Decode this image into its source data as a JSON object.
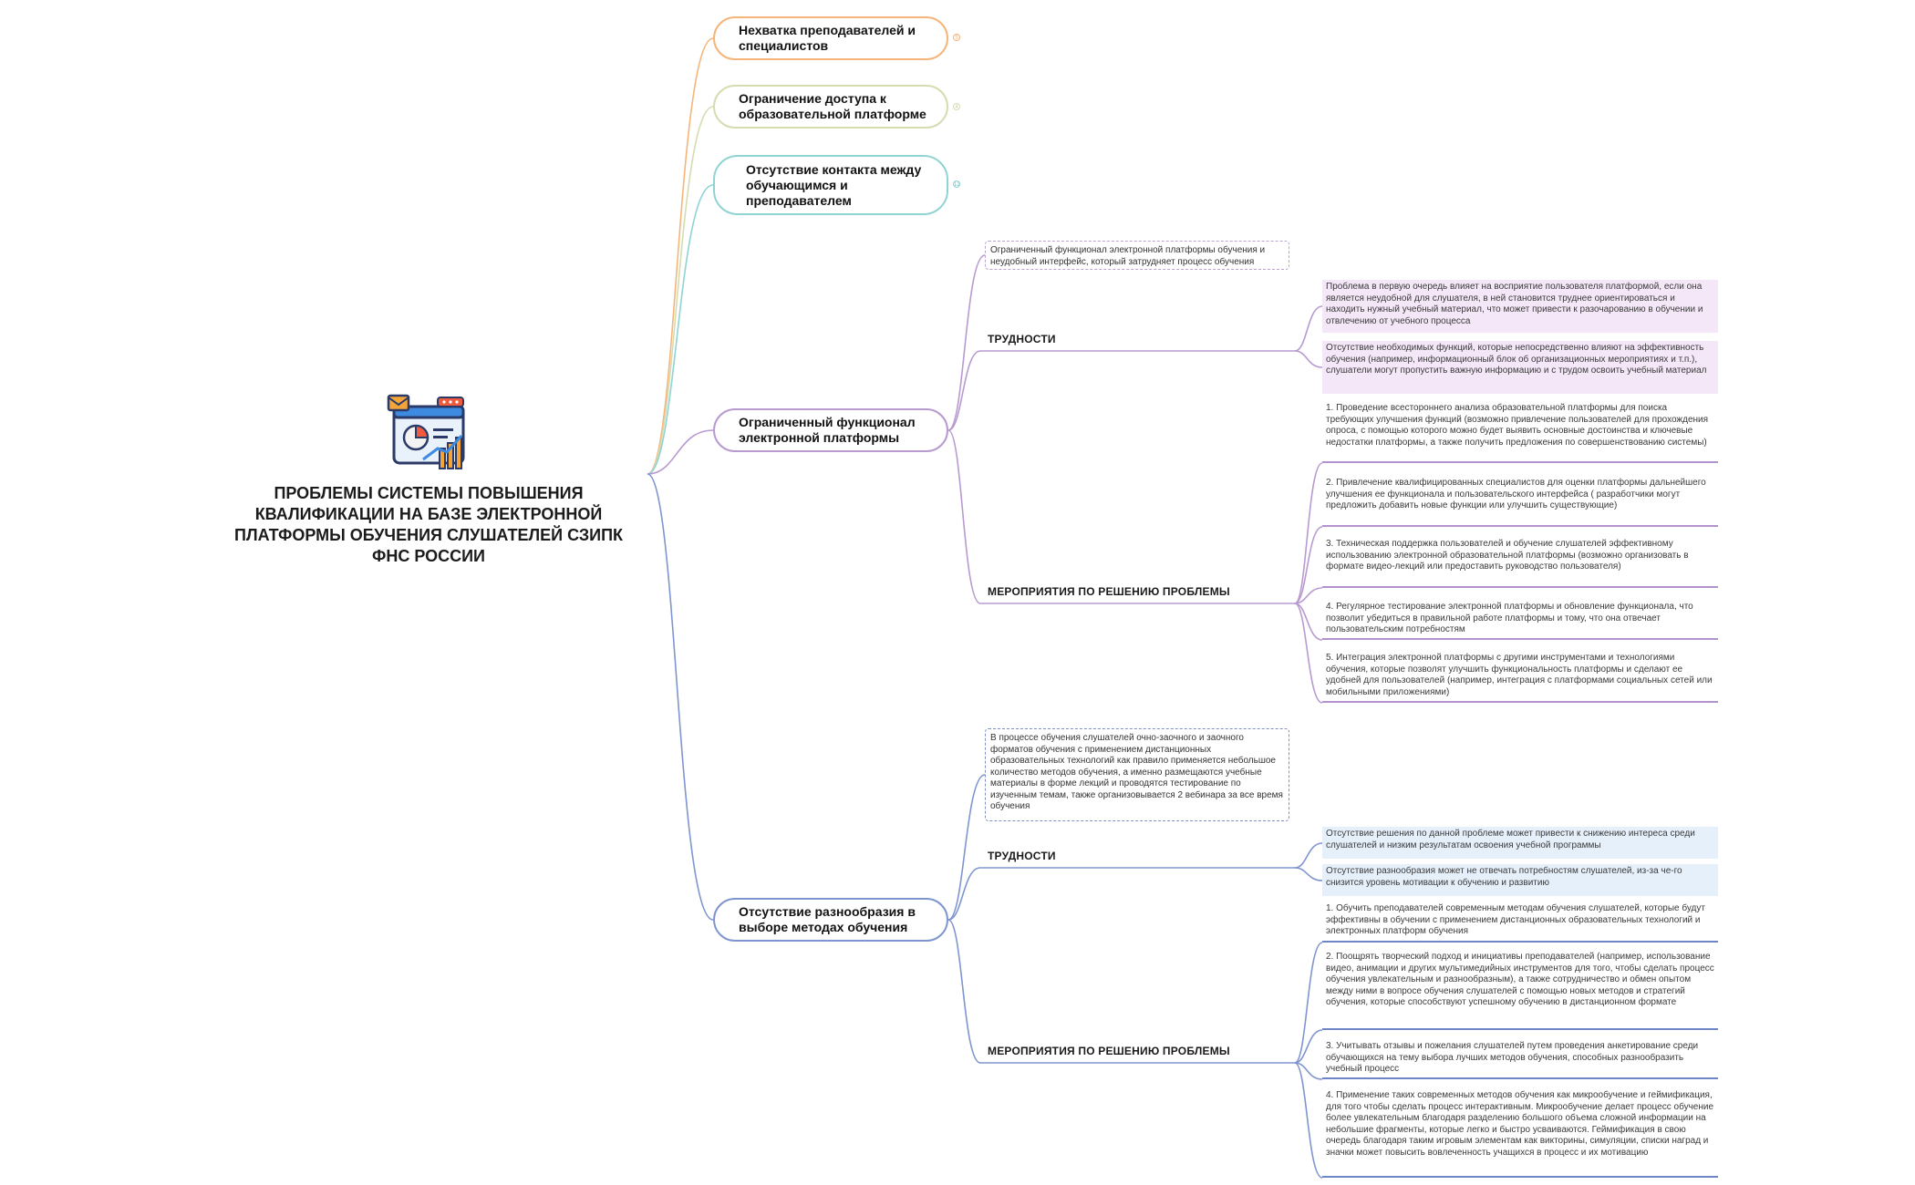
{
  "root": {
    "title": "ПРОБЛЕМЫ СИСТЕМЫ ПОВЫШЕНИЯ КВАЛИФИКАЦИИ НА БАЗЕ ЭЛЕКТРОННОЙ ПЛАТФОРМЫ ОБУЧЕНИЯ СЛУШАТЕЛЕЙ СЗИПК ФНС РОССИИ",
    "icon": "analytics-dashboard-icon"
  },
  "branches": {
    "b1": {
      "label": "Нехватка преподавателей и специалистов",
      "color": "#f5b57a",
      "collapsed_count": "5"
    },
    "b2": {
      "label": "Ограничение доступа к образовательной платформе",
      "color": "#d6dcb0",
      "collapsed_count": "4"
    },
    "b3": {
      "label": "Отсутствие контакта между обучающимся и преподавателем",
      "color": "#8fd3d3",
      "collapsed_count": "12"
    },
    "b4": {
      "label": "Ограниченный функционал электронной платформы",
      "color": "#b89ad0",
      "callout": "Ограниченный функционал электронной платформы обучения и неудобный интерфейс, который затрудняет процесс обучения",
      "difficulties_label": "ТРУДНОСТИ",
      "difficulties": [
        "Проблема в первую очередь влияет на восприятие пользователя платформой, если она является неудобной для слушателя, в ней становится труднее ориентироваться и находить нужный учебный материал, что может привести к разочарованию в обучении и отвлечению от учебного процесса",
        "Отсутствие необходимых функций, которые непосредственно влияют на эффективность обучения (например, информационный блок об организационных мероприятиях и т.п.), слушатели могут пропустить важную информацию и с трудом освоить учебный материал"
      ],
      "measures_label": "МЕРОПРИЯТИЯ ПО РЕШЕНИЮ ПРОБЛЕМЫ",
      "measures": [
        "1. Проведение всестороннего анализа образовательной платформы для поиска требующих улучшения функций (возможно привлечение пользователей для прохождения опроса, с помощью которого можно будет выявить основные достоинства и ключевые недостатки платформы, а также получить предложения по совершенствованию системы)",
        "2. Привлечение квалифицированных специалистов для оценки платформы дальнейшего улучшения ее функционала и пользовательского интерфейса ( разработчики могут предложить добавить новые функции или улучшить существующие)",
        "3. Техническая поддержка пользователей и обучение слушателей эффективному использованию электронной образовательной платформы (возможно организовать в формате видео-лекций или предоставить руководство пользователя)",
        "4. Регулярное тестирование электронной платформы и обновление функционала, что позволит убедиться в правильной работе платформы и тому, что она отвечает пользовательским потребностям",
        "5. Интеграция электронной платформы с другими инструментами и технологиями обучения, которые позволят улучшить функциональность платформы и сделают ее удобней для пользователей (например, интеграция с платформами социальных сетей или мобильными приложениями)"
      ]
    },
    "b5": {
      "label": "Отсутствие разнообразия в выборе методах обучения",
      "color": "#7f95cf",
      "callout": "В процессе обучения слушателей очно-заочного и заочного форматов обучения с применением дистанционных образовательных технологий как правило применяется небольшое количество методов обучения, а именно размещаются учебные материалы в форме лекций и проводятся тестирование по изученным темам, также организовывается 2 вебинара за все время обучения",
      "difficulties_label": "ТРУДНОСТИ",
      "difficulties": [
        "Отсутствие решения по данной проблеме может привести к снижению интереса среди слушателей и низким результатам освоения учебной программы",
        "Отсутствие разнообразия может не отвечать потребностям слушателей, из-за че-го снизится уровень мотивации к обучению и развитию"
      ],
      "measures_label": "МЕРОПРИЯТИЯ ПО РЕШЕНИЮ ПРОБЛЕМЫ",
      "measures": [
        "1. Обучить преподавателей современным методам обучения слушателей, которые будут эффективны в обучении с применением дистанционных образовательных технологий и электронных платформ обучения",
        "2. Поощрять творческий подход и инициативы преподавателей (например, использование видео, анимации и других мультимедийных инструментов для того, чтобы сделать процесс обучения увлекательным и разнообразным), а также сотрудничество и обмен опытом между ними в вопросе обучения слушателей с помощью новых методов и стратегий обучения, которые способствуют успешному обучению в дистанционном формате",
        "3. Учитывать отзывы и пожелания слушателей путем проведения анкетирование среди обучающихся на тему выбора лучших методов обучения, способных разнообразить учебный процесс",
        "4. Применение таких современных методов обучения как микрообучение и геймификация, для того чтобы сделать процесс интерактивным. Микрообучение делает процесс обучение более увлекательным благодаря разделению большого объема сложной информации на небольшие фрагменты, которые легко и быстро усваиваются. Геймификация в свою очередь благодаря таким игровым элементам как викторины, симуляции, списки наград и значки может повысить вовлеченность учащихся в процесс и их мотивацию"
      ]
    }
  }
}
